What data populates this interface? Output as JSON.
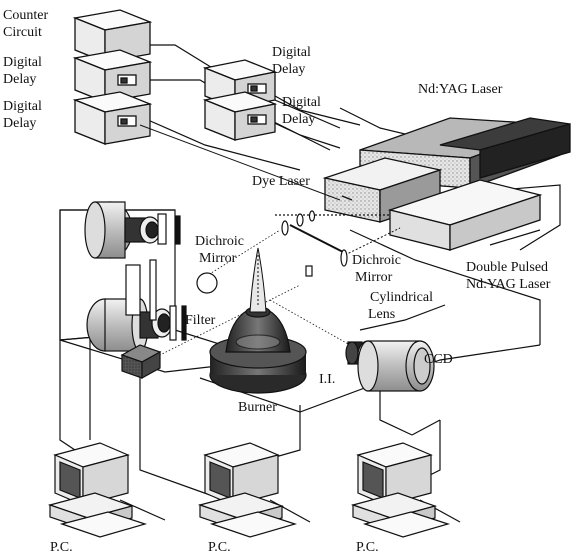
{
  "labels": {
    "counter_circuit_1": "Counter",
    "counter_circuit_2": "Circuit",
    "digital_delay_a1": "Digital",
    "digital_delay_a2": "Delay",
    "digital_delay_b1": "Digital",
    "digital_delay_b2": "Delay",
    "digital_delay_c1": "Digital",
    "digital_delay_c2": "Delay",
    "digital_delay_d1": "Digital",
    "digital_delay_d2": "Delay",
    "ndyag_laser": "Nd:YAG Laser",
    "dye_laser": "Dye Laser",
    "dichroic_mirror_left_1": "Dichroic",
    "dichroic_mirror_left_2": "Mirror",
    "dichroic_mirror_right_1": "Dichroic",
    "dichroic_mirror_right_2": "Mirror",
    "double_pulsed_1": "Double Pulsed",
    "double_pulsed_2": "Nd:YAG Laser",
    "cylindrical_lens_1": "Cylindrical",
    "cylindrical_lens_2": "Lens",
    "filter": "Filter",
    "ii": "I.I.",
    "ccd": "CCD",
    "burner": "Burner",
    "pc_1": "P.C.",
    "pc_2": "P.C.",
    "pc_3": "P.C."
  },
  "colors": {
    "ink": "#111111",
    "box_fill": "#f4f4f4",
    "box_side": "#d9d9d9",
    "laser_dark": "#6b6b6b",
    "laser_mid": "#9c9c9c",
    "laser_light": "#cfcfcf",
    "camera_body": "#cfcfcf",
    "camera_dark": "#2a2a2a"
  }
}
